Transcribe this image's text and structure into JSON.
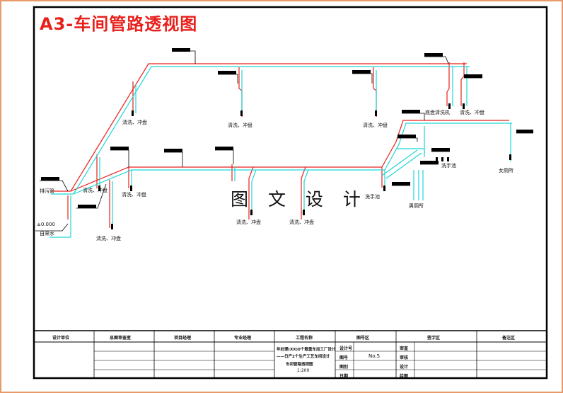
{
  "title": "A3-车间管路透视图",
  "watermark": "图 文 设 计",
  "labels": {
    "wash_1": "清洗、冲盘",
    "wash_2": "清洗、冲盘",
    "wash_3": "清洗、冲盘",
    "wash_4": "清洗、冲盘",
    "wash_5": "清洗、冲盘",
    "wash_6": "清洗、冲盘",
    "wash_7": "清洗、冲盘",
    "wash_8": "清洗、冲盘",
    "wash_9": "清洗、冲盘",
    "machine": "底盘清洗机",
    "hand_1": "洗手池",
    "hand_2": "洗手池",
    "womens": "女厕所",
    "mens": "男厕所",
    "drain": "排污管",
    "elev": "±0.000",
    "water": "自来水"
  },
  "title_block": {
    "headers": [
      "设计单位",
      "总图审查室",
      "项目经理",
      "专业经理",
      "工程名称",
      "图号区",
      "签字区",
      "备注区"
    ],
    "project_1": "年处理(XX)0个载重车加工厂设计",
    "project_2": "——日产2个生产工艺车间设计",
    "project_3": "车间管路透视图",
    "scale": "1:200",
    "fields": [
      "设计号",
      "图号",
      "图别",
      "日期"
    ],
    "drawing_no": "No.5",
    "sign": [
      "审查",
      "审核",
      "设计",
      "绘图"
    ]
  },
  "colors": {
    "supply": "#e8201c",
    "return": "#1fd6d6",
    "frame": "#000000",
    "border": "#e89a6a"
  }
}
